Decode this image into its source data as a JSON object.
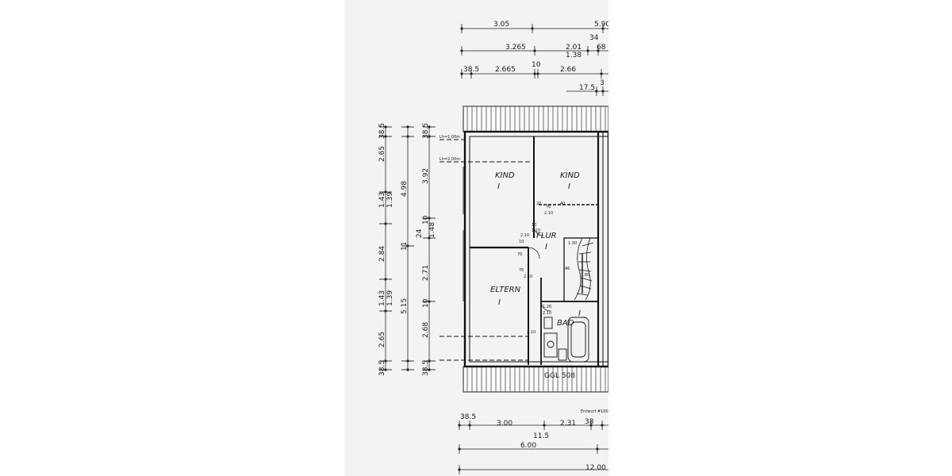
{
  "rooms": {
    "kind_left": {
      "name": "KIND",
      "mark": "I"
    },
    "kind_right": {
      "name": "KIND",
      "mark": "I"
    },
    "flur": {
      "name": "FLUR",
      "mark": "I"
    },
    "eltern": {
      "name": "ELTERN",
      "mark": "I"
    },
    "bad": {
      "name": "BAD",
      "mark": "I"
    }
  },
  "labels": {
    "ggl": "GGL 508",
    "entwurf": "Entwurf #100",
    "lh1": "Lh=1,00m",
    "lh2": "Lh=2,00m"
  },
  "dims_top": {
    "row1": [
      "3.05",
      "5.90"
    ],
    "row2": [
      "3.265",
      "2.01",
      "1.38",
      "34",
      "68"
    ],
    "row3": [
      "38.5",
      "2.665",
      "10",
      "2.66"
    ],
    "row4": [
      "17.5",
      "3"
    ]
  },
  "dims_bottom": {
    "row1": [
      "38.5",
      "3.00",
      "2.31",
      "38"
    ],
    "row2": [
      "11.5"
    ],
    "row3": [
      "6.00"
    ],
    "row4": [
      "12.00"
    ]
  },
  "dims_left": {
    "outer": [
      "38.5",
      "2.65",
      "1.43",
      "1.39",
      "2.84",
      "1.43",
      "1.39",
      "2.65",
      "38.5"
    ],
    "middle": [
      "4.98",
      "11",
      "5.15"
    ],
    "inner": [
      "38.5",
      "3.92",
      "24",
      "10",
      "1.48",
      "2.71",
      "10",
      "2.68",
      "38.5"
    ]
  },
  "dims_interior": [
    "20",
    "76",
    "40",
    "2.10",
    "10",
    "2.10",
    "1.10",
    "10",
    "70",
    "76",
    "2.10",
    "46",
    "1.26",
    "2.10",
    "1.30",
    "1.80",
    "2.10"
  ]
}
